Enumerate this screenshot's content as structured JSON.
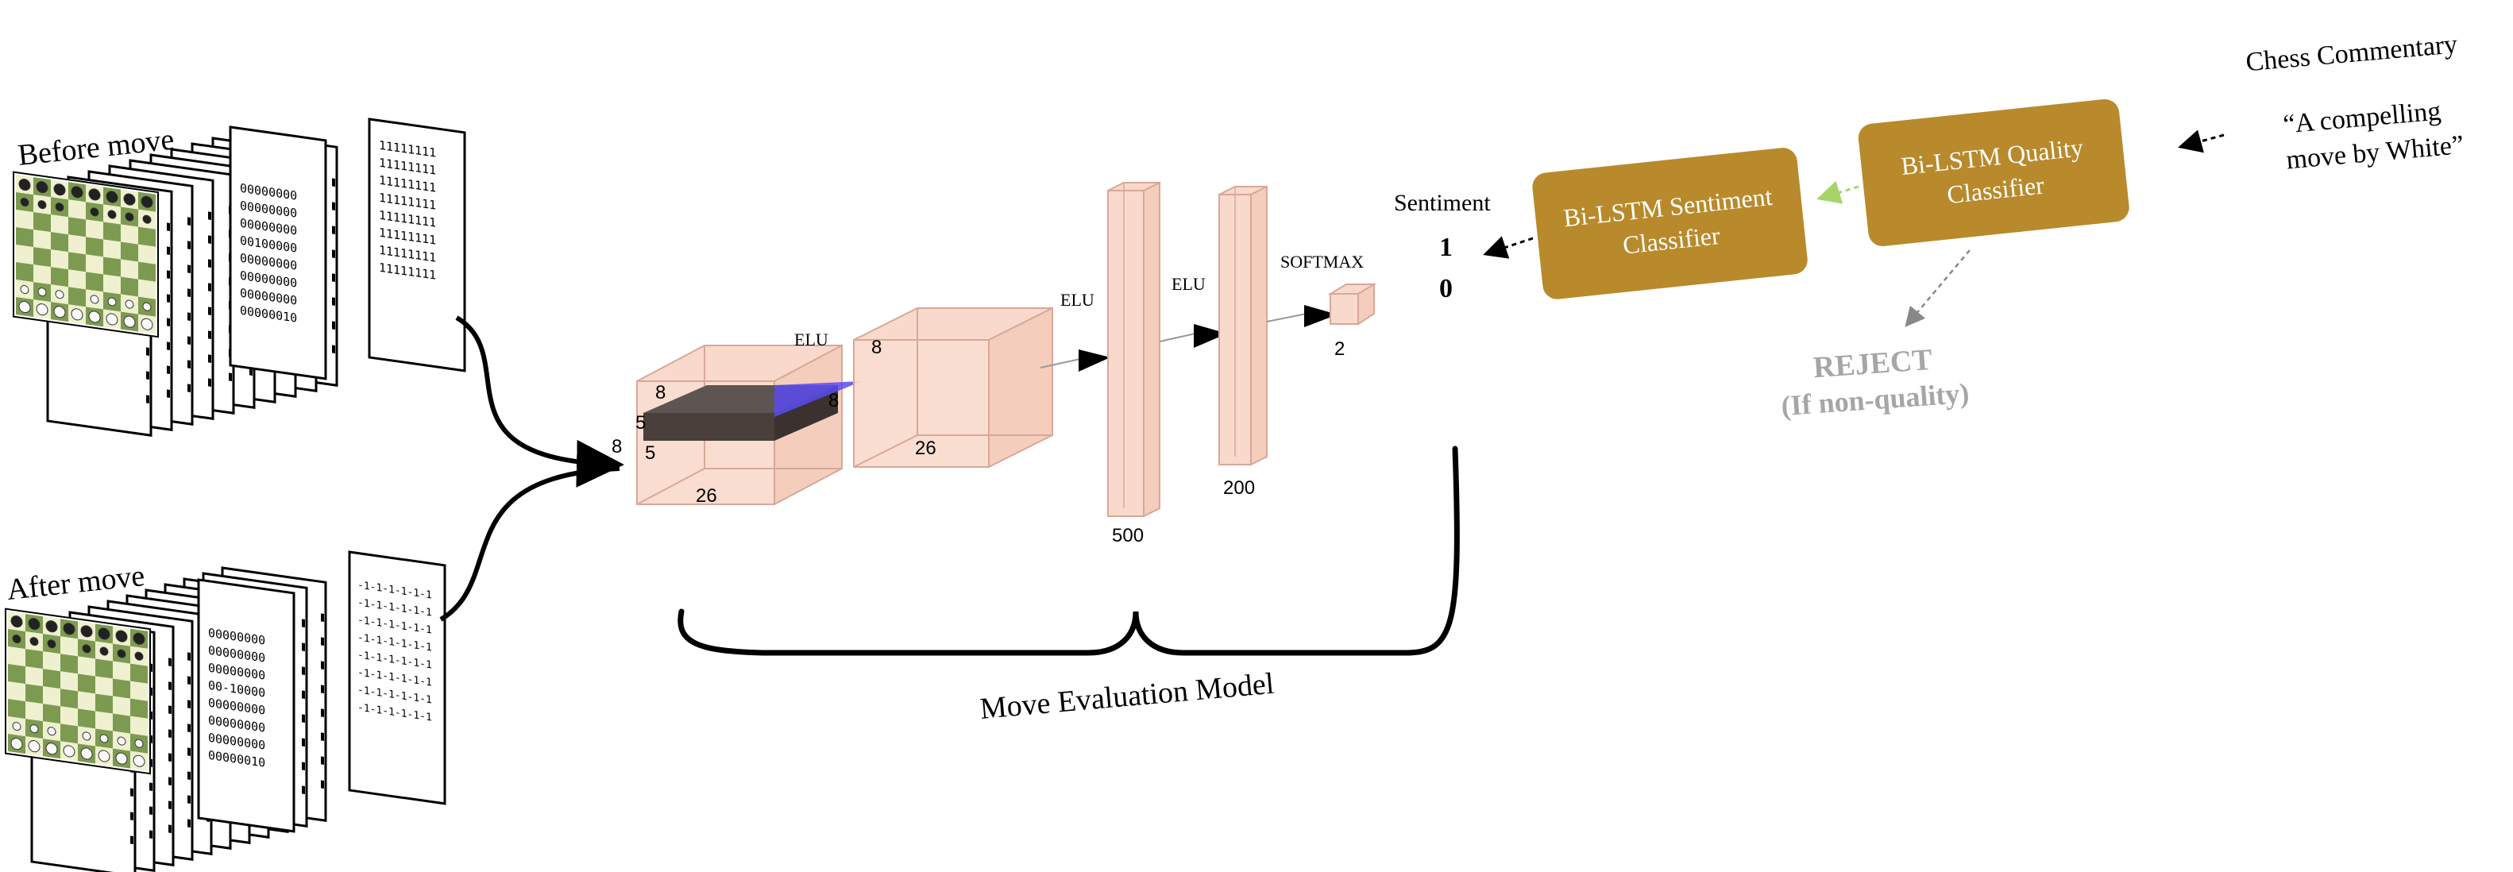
{
  "colors": {
    "box_fill": "#f9d9cc",
    "box_stroke": "#d7a898",
    "classifier": "#b88a2c",
    "classifier_text": "#ffffff",
    "reject": "#a6a6a6",
    "kernel_dark": "#4a3f3a",
    "kernel_blue": "#5b4bf0",
    "board_light": "#eef0cf",
    "board_dark": "#7d9b50"
  },
  "inputs": {
    "before_label": "Before move",
    "after_label": "After move",
    "before_binary": [
      "00000000",
      "00000000",
      "00000000",
      "00100000",
      "00000000",
      "00000000",
      "00000000",
      "00000010"
    ],
    "before_ones": [
      "11111111",
      "11111111",
      "11111111",
      "11111111",
      "11111111",
      "11111111",
      "11111111",
      "11111111"
    ],
    "after_binary": [
      "00000000",
      "00000000",
      "00000000",
      "00-10000",
      "00000000",
      "00000000",
      "00000000",
      "00000010"
    ],
    "after_neg": [
      "-1-1-1-1-1-1",
      "-1-1-1-1-1-1",
      "-1-1-1-1-1-1",
      "-1-1-1-1-1-1",
      "-1-1-1-1-1-1",
      "-1-1-1-1-1-1",
      "-1-1-1-1-1-1",
      "-1-1-1-1-1-1"
    ]
  },
  "model": {
    "conv_dims": {
      "top": "8",
      "side_outer": "8",
      "kernel_a": "5",
      "kernel_b": "5",
      "depth": "26",
      "right": "8"
    },
    "act1": "ELU",
    "box2_dims": {
      "side": "8",
      "depth": "26"
    },
    "act2": "ELU",
    "dense1": "500",
    "act3": "ELU",
    "dense2": "200",
    "act4": "SOFTMAX",
    "output": "2",
    "caption": "Move Evaluation Model"
  },
  "sentiment": {
    "label": "Sentiment",
    "values": [
      "1",
      "0"
    ]
  },
  "classifiers": {
    "sentiment": [
      "Bi-LSTM Sentiment",
      "Classifier"
    ],
    "quality": [
      "Bi-LSTM Quality",
      "Classifier"
    ]
  },
  "reject": {
    "line1": "REJECT",
    "line2": "(If non-quality)"
  },
  "commentary": {
    "title": "Chess Commentary",
    "quote": [
      "“A compelling",
      "move by White”"
    ]
  }
}
